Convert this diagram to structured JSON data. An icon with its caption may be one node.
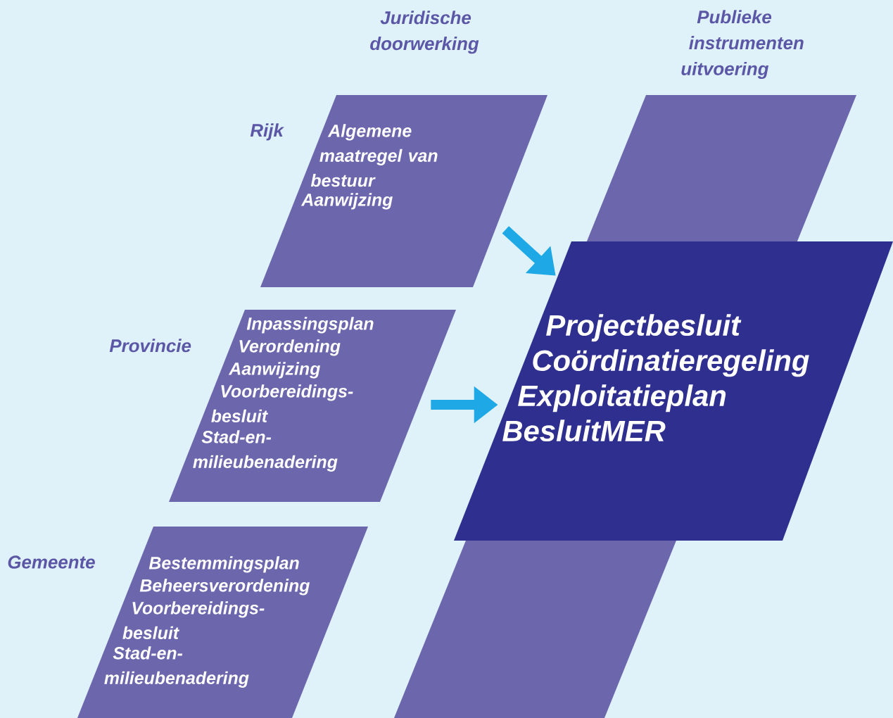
{
  "diagram": {
    "nodes": [
      {
        "text": [
          "Algemene maatregel van bestuur",
          "Aanwijzing"
        ]
      },
      {
        "text": [
          "Inpassingsplan",
          "Verordening",
          "Aanwijzing",
          "Voorbereidings-besluit",
          "Stad-en-milieubenadering"
        ]
      },
      {
        "text": [
          "Bestemmingsplan",
          "Beheersverordening",
          "Voorbereidings-besluit",
          "Stad-en-milieubenadering"
        ]
      },
      {
        "text": [],
        "shape": "band"
      },
      {
        "text": [
          "Projectbesluit",
          "Coördinatieregeling",
          "Exploitatieplan",
          "BesluitMER"
        ]
      }
    ],
    "edges": [
      {
        "from": 0,
        "to": 4,
        "arrow": "to"
      },
      {
        "from": 1,
        "to": 4,
        "arrow": "to"
      }
    ],
    "labels": [
      "Juridische doorwerking",
      "Publieke instrumenten uitvoering",
      "Rijk",
      "Provincie",
      "Gemeente"
    ]
  }
}
